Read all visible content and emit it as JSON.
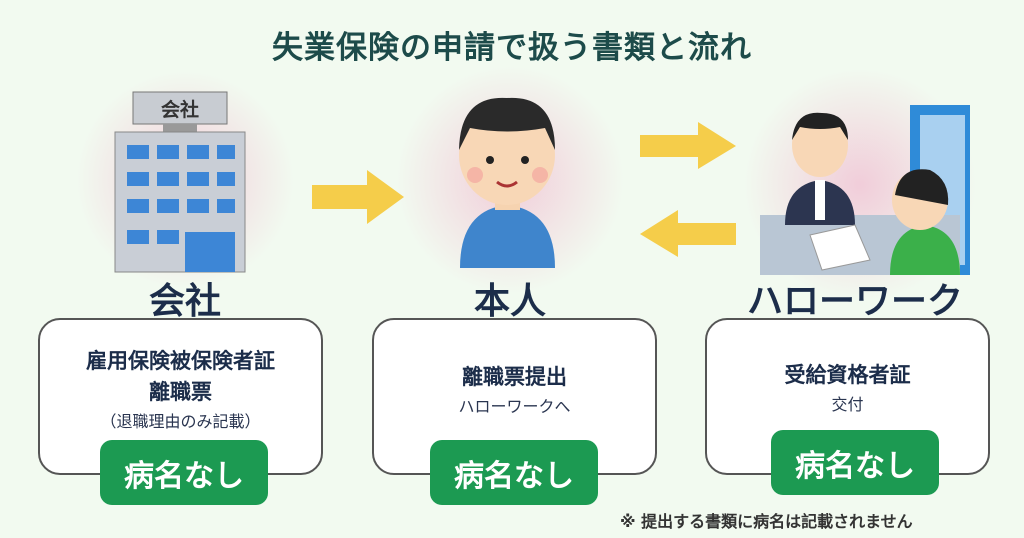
{
  "title": "失業保険の申請で扱う書類と流れ",
  "colors": {
    "accent_green": "#1c9a52",
    "arrow_yellow": "#f5cd4a",
    "title": "#1d4b4a"
  },
  "columns": [
    {
      "label": "会社",
      "sign": "会社",
      "lines": [
        "雇用保険被保険者証",
        "離職票"
      ],
      "sub": "（退職理由のみ記載）",
      "badge": "病名なし"
    },
    {
      "label": "本人",
      "lines": [
        "離職票提出"
      ],
      "sub": "ハローワークへ",
      "badge": "病名なし"
    },
    {
      "label": "ハローワーク",
      "lines": [
        "受給資格者証"
      ],
      "sub": "交付",
      "badge": "病名なし"
    }
  ],
  "note": "※ 提出する書類に病名は記載されません"
}
